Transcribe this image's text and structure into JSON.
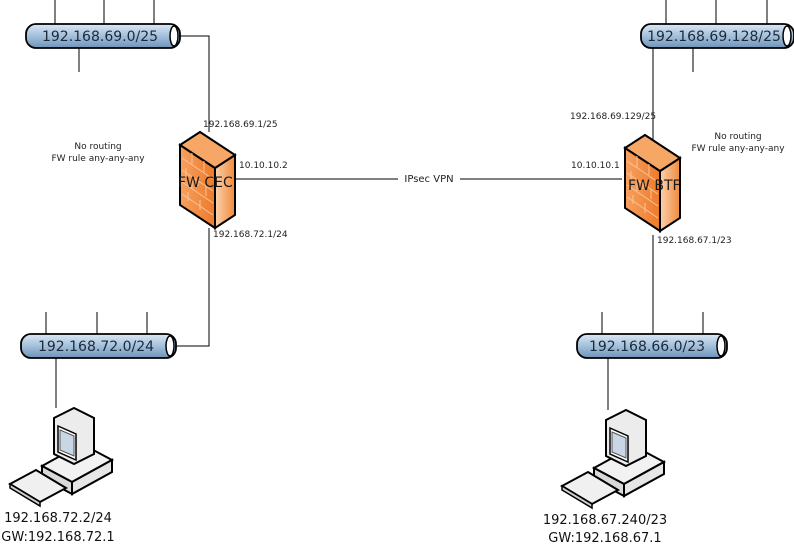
{
  "networks": {
    "top_left": "192.168.69.0/25",
    "top_right": "192.168.69.128/25",
    "bottom_left": "192.168.72.0/24",
    "bottom_right": "192.168.66.0/23"
  },
  "firewalls": {
    "cec": {
      "label": "FW CEC",
      "if_top": "192.168.69.1/25",
      "if_vpn": "10.10.10.2",
      "if_bottom": "192.168.72.1/24",
      "note_line1": "No routing",
      "note_line2": "FW rule any-any-any"
    },
    "btf": {
      "label": "FW BTF",
      "if_top": "192.168.69.129/25",
      "if_vpn": "10.10.10.1",
      "if_bottom": "192.168.67.1/23",
      "note_line1": "No routing",
      "note_line2": "FW rule any-any-any"
    }
  },
  "vpn_label": "IPsec VPN",
  "hosts": {
    "left": {
      "ip": "192.168.72.2/24",
      "gw": "GW:192.168.72.1"
    },
    "right": {
      "ip": "192.168.67.240/23",
      "gw": "GW:192.168.67.1"
    }
  },
  "colors": {
    "bus_fill": "#a9c4de",
    "firewall_fill": "#f08a3c",
    "line": "#000000"
  }
}
